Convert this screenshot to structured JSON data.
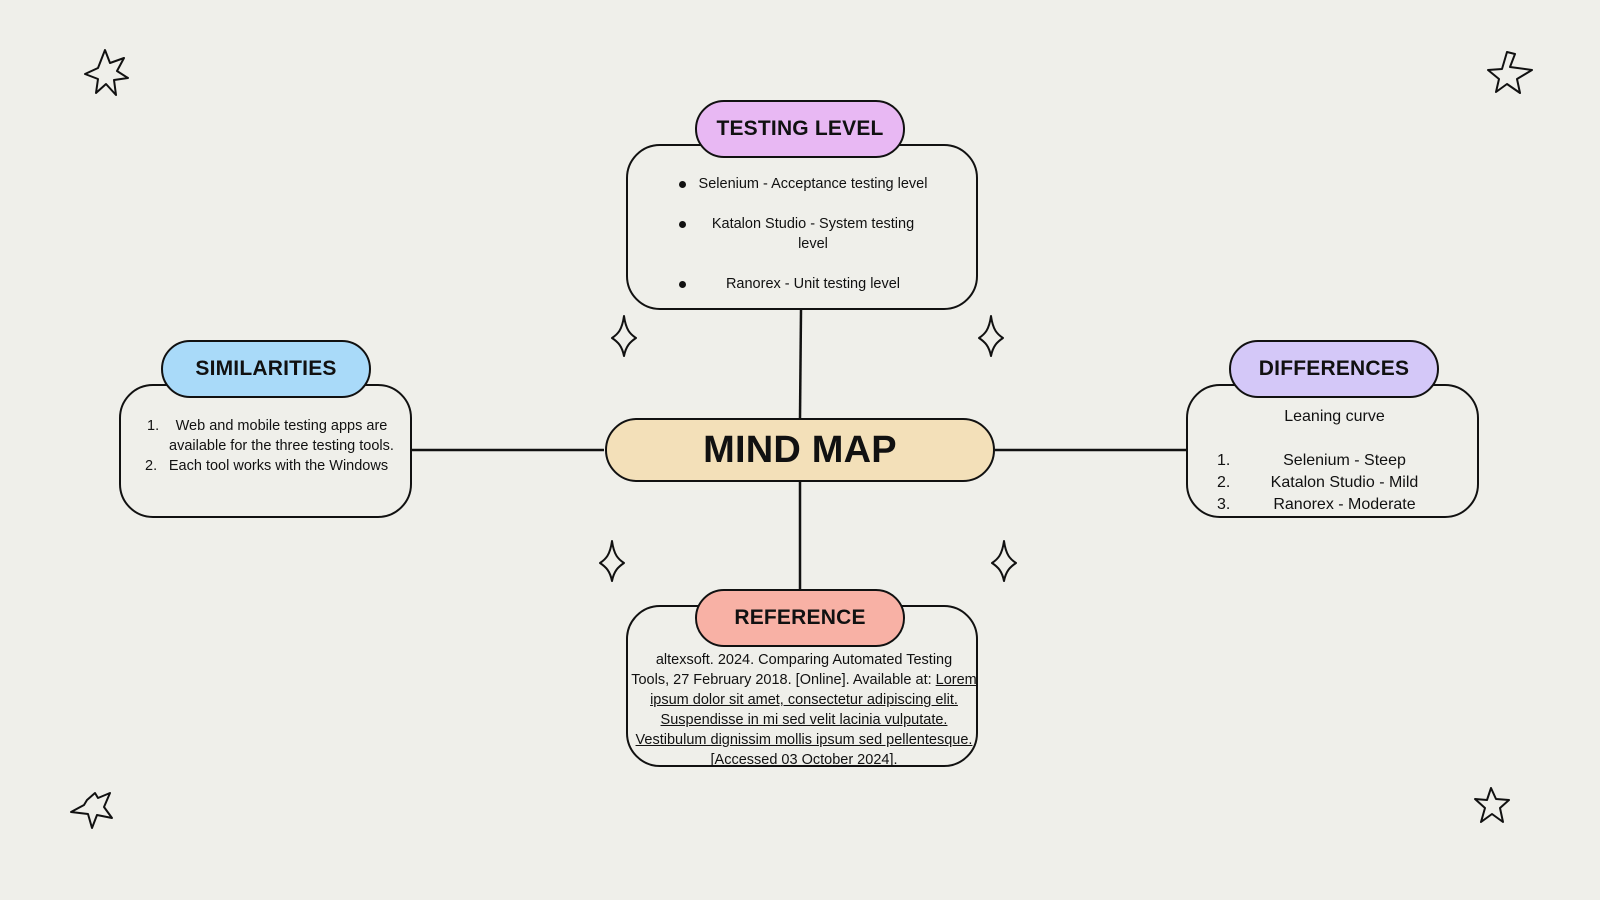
{
  "center": {
    "title": "MIND MAP",
    "color": "#f3e0b9"
  },
  "testing_level": {
    "title": "TESTING LEVEL",
    "color": "#e8b8f3",
    "items": [
      {
        "line1": "Selenium - Acceptance testing level",
        "line2": ""
      },
      {
        "line1": "Katalon Studio - System testing",
        "line2": "level"
      },
      {
        "line1": "Ranorex - Unit testing level",
        "line2": ""
      }
    ]
  },
  "similarities": {
    "title": "SIMILARITIES",
    "color": "#a9daf9",
    "items": [
      {
        "num": "1.",
        "line1": "Web and mobile testing apps are",
        "line2": "available for the three testing  tools."
      },
      {
        "num": "2.",
        "line1": "Each tool works with the Windows",
        "line2": ""
      }
    ]
  },
  "differences": {
    "title": "DIFFERENCES",
    "color": "#d4c8f8",
    "subtitle": "Leaning curve",
    "items": [
      {
        "num": "1.",
        "text": "Selenium - Steep"
      },
      {
        "num": "2.",
        "text": "Katalon Studio - Mild"
      },
      {
        "num": "3.",
        "text": "Ranorex - Moderate"
      }
    ]
  },
  "reference": {
    "title": "REFERENCE",
    "color": "#f8b1a5",
    "lines": [
      {
        "plain": "altexsoft. 2024. Comparing Automated Testing",
        "link": ""
      },
      {
        "plain": "Tools, 27 February 2018. [Online]. Available at: ",
        "link": "Lorem"
      },
      {
        "plain": "",
        "link": "ipsum dolor sit amet, consectetur adipiscing elit."
      },
      {
        "plain": "",
        "link": "Suspendisse in mi sed velit lacinia vulputate."
      },
      {
        "plain": "",
        "link": "Vestibulum dignissim mollis ipsum sed pellentesque."
      },
      {
        "plain": "[Accessed 03 October 2024].",
        "link": ""
      }
    ]
  }
}
